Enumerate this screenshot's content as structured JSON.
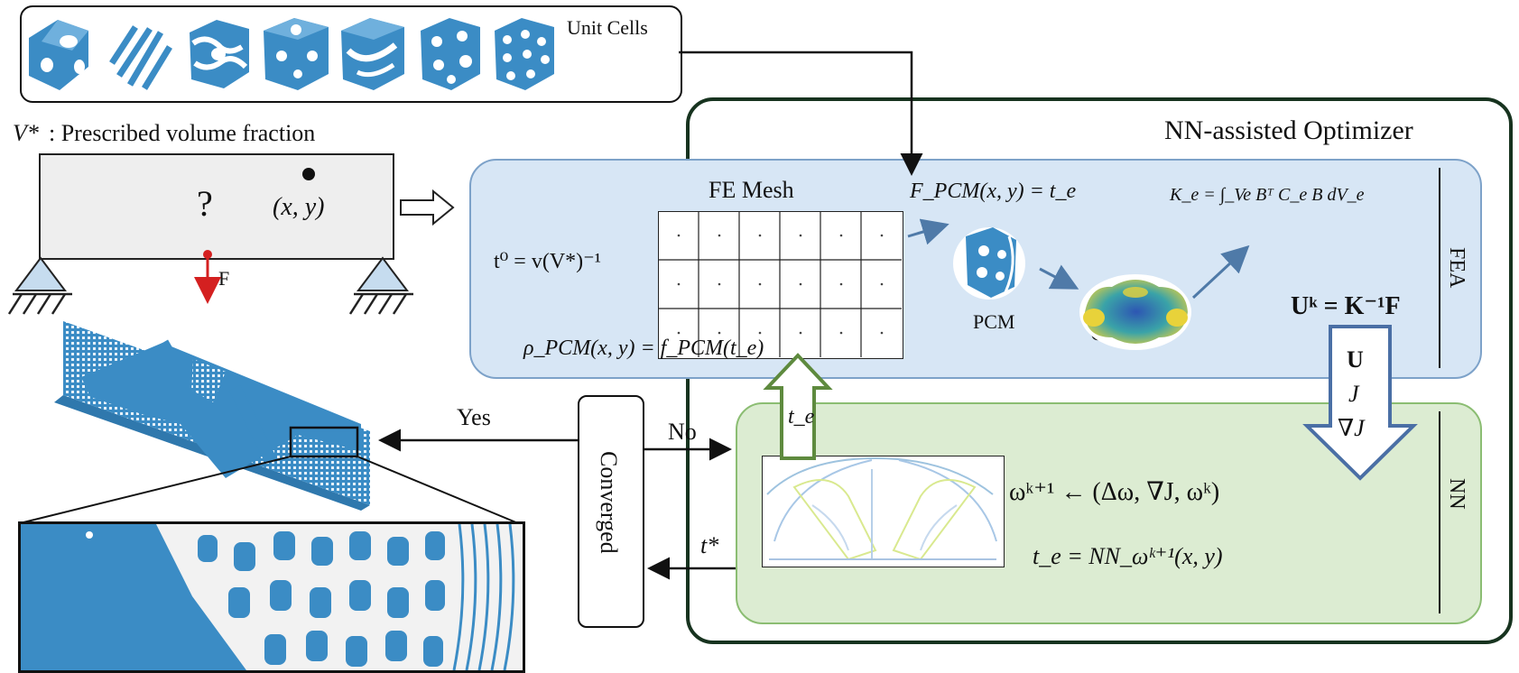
{
  "unit_cells_label": "Unit Cells",
  "prescribed": {
    "symbol": "V*",
    "text": ": Prescribed volume fraction"
  },
  "beam": {
    "question": "?",
    "point": "(x, y)",
    "force": "F"
  },
  "optimizer_title": "NN-assisted  Optimizer",
  "fea": {
    "section_label": "FEA",
    "mesh_title": "FE Mesh",
    "t0_eq": "t⁰ = v(V*)⁻¹",
    "rho_eq": "ρ_PCM(x, y) = f_PCM(t_e)",
    "fpcm_eq": "F_PCM(x, y) = t_e",
    "pcm_label": "PCM",
    "ke_eq": "K_e = ∫_Ve Bᵀ C_e B dV_e",
    "ce_label": "C_e",
    "uk_eq": "Uᵏ = K⁻¹F",
    "arrow_down_labels": [
      "U",
      "J",
      "∇J"
    ]
  },
  "nn": {
    "section_label": "NN",
    "omega_eq": "ωᵏ⁺¹ ← (Δω,  ∇J,  ωᵏ)",
    "te_eq": "t_e = NN_ωᵏ⁺¹(x, y)"
  },
  "up_arrow_label": "t_e",
  "converged_label": "Converged",
  "yes_label": "Yes",
  "no_label": "No",
  "tstar_label": "t*",
  "colors": {
    "cell_blue": "#3b8cc5",
    "fea_fill": "#d7e6f5",
    "nn_fill": "#dcecd2",
    "optimizer_border": "#17331f",
    "force_red": "#d42020",
    "up_arrow_green": "#5e8a3e",
    "down_arrow_blue": "#4a6fa5"
  }
}
